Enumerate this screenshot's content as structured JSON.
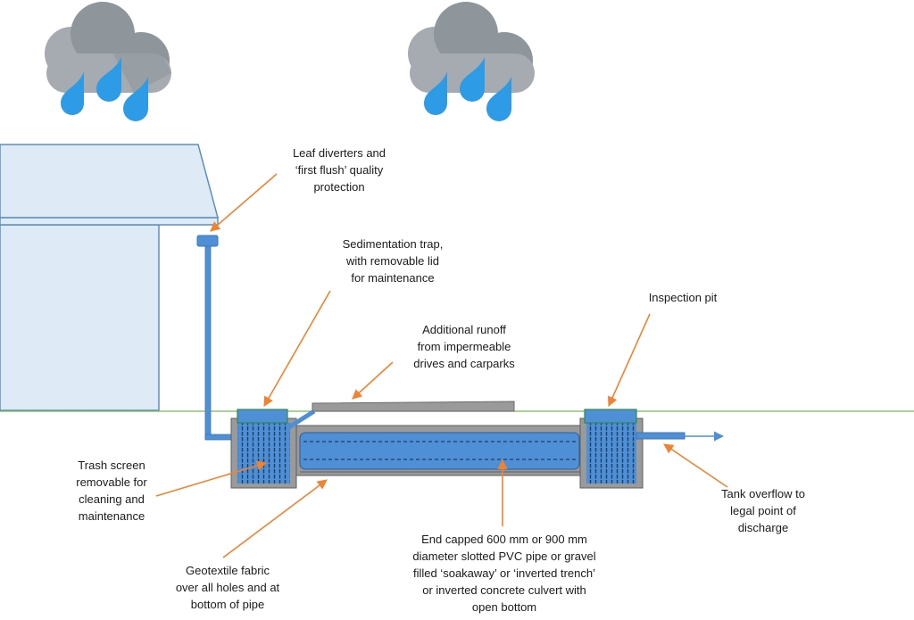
{
  "colors": {
    "cloud_front": "#a5abb0",
    "cloud_back": "#8e969c",
    "rain": "#2e9be6",
    "building_fill": "#deebf7",
    "building_stroke": "#5b8fc2",
    "pipe": "#4f8fd6",
    "pipe_stroke": "#3a75b8",
    "concrete": "#9a9a9a",
    "ground": "#7bb35a",
    "leader": "#f08330"
  },
  "icons": [
    "rain-cloud-icon"
  ],
  "labels": {
    "leaf_diverters": [
      "Leaf diverters and",
      "‘first flush’ quality",
      "protection"
    ],
    "sedimentation_trap": [
      "Sedimentation trap,",
      "with removable lid",
      "for maintenance"
    ],
    "additional_runoff": [
      "Additional runoff",
      "from impermeable",
      "drives and carparks"
    ],
    "inspection_pit": [
      "Inspection pit"
    ],
    "trash_screen": [
      "Trash screen",
      "removable for",
      "cleaning and",
      "maintenance"
    ],
    "geotextile": [
      "Geotextile fabric",
      "over all holes and at",
      "bottom of pipe"
    ],
    "pipe_description": [
      "End capped 600 mm or 900 mm",
      "diameter slotted PVC pipe or gravel",
      "filled ‘soakaway’ or ‘inverted trench’",
      "or inverted concrete culvert with",
      "open bottom"
    ],
    "tank_overflow": [
      "Tank overflow to",
      "legal point of",
      "discharge"
    ]
  }
}
